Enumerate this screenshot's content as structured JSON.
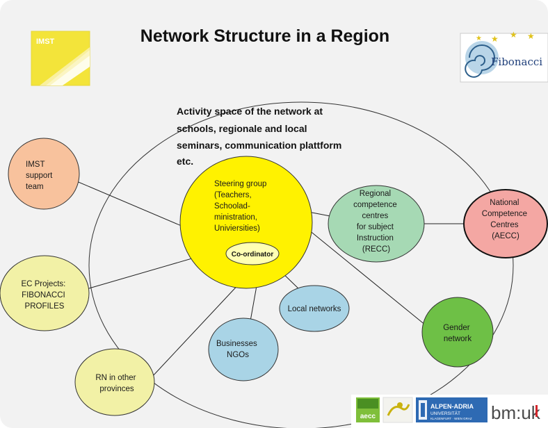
{
  "title": "Network Structure in a Region",
  "logos": {
    "imst": "IMST",
    "fibonacci": "Fibonacci",
    "alpen_adria_line1": "ALPEN-ADRIA",
    "alpen_adria_line2": "UNIVERSITÄT",
    "alpen_adria_line3": "KLAGENFURT · WIEN GRAZ",
    "bmuk": "bm:uk",
    "aecc": "aecc"
  },
  "activity_space": [
    "Activity space of the network at",
    "schools, regionale and local",
    "seminars, communication plattform",
    "etc."
  ],
  "nodes": {
    "steering": [
      "Steering group",
      "(Teachers,",
      "Schoolad-",
      "ministration,",
      "Univiersities)"
    ],
    "coordinator": [
      "Co-ordinator"
    ],
    "recc": [
      "Regional",
      "competence",
      "centres",
      "for subject",
      "Instruction",
      "(RECC)"
    ],
    "aecc": [
      "National",
      "Competence",
      "Centres",
      "(AECC)"
    ],
    "imst_support": [
      "IMST",
      "support",
      "team"
    ],
    "ec_projects": [
      "EC Projects:",
      "FIBONACCI",
      "PROFILES"
    ],
    "local_networks": [
      "Local networks"
    ],
    "businesses": [
      "Businesses",
      "NGOs"
    ],
    "rn_provinces": [
      "RN in other",
      "provinces"
    ],
    "gender": [
      "Gender",
      "network"
    ]
  },
  "colors": {
    "yellow": "#fff200",
    "coordinator": "#ffffb3",
    "green_light": "#a6d9b4",
    "pink": "#f4a7a3",
    "peach": "#f8c29d",
    "pale_yellow": "#f2f1a6",
    "light_blue": "#a9d4e6",
    "green": "#6ec046"
  }
}
